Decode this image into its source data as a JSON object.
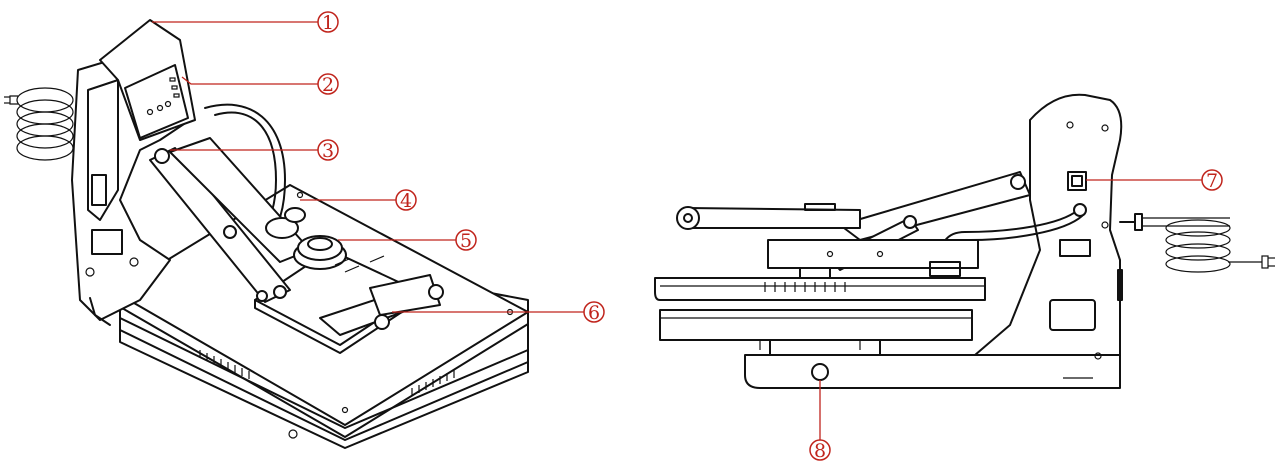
{
  "colors": {
    "callout": "#c0241c",
    "line": "#111111",
    "background": "#ffffff"
  },
  "callouts": [
    {
      "id": "1",
      "label": "1"
    },
    {
      "id": "2",
      "label": "2"
    },
    {
      "id": "3",
      "label": "3"
    },
    {
      "id": "4",
      "label": "4"
    },
    {
      "id": "5",
      "label": "5"
    },
    {
      "id": "6",
      "label": "6"
    },
    {
      "id": "7",
      "label": "7"
    },
    {
      "id": "8",
      "label": "8"
    }
  ]
}
